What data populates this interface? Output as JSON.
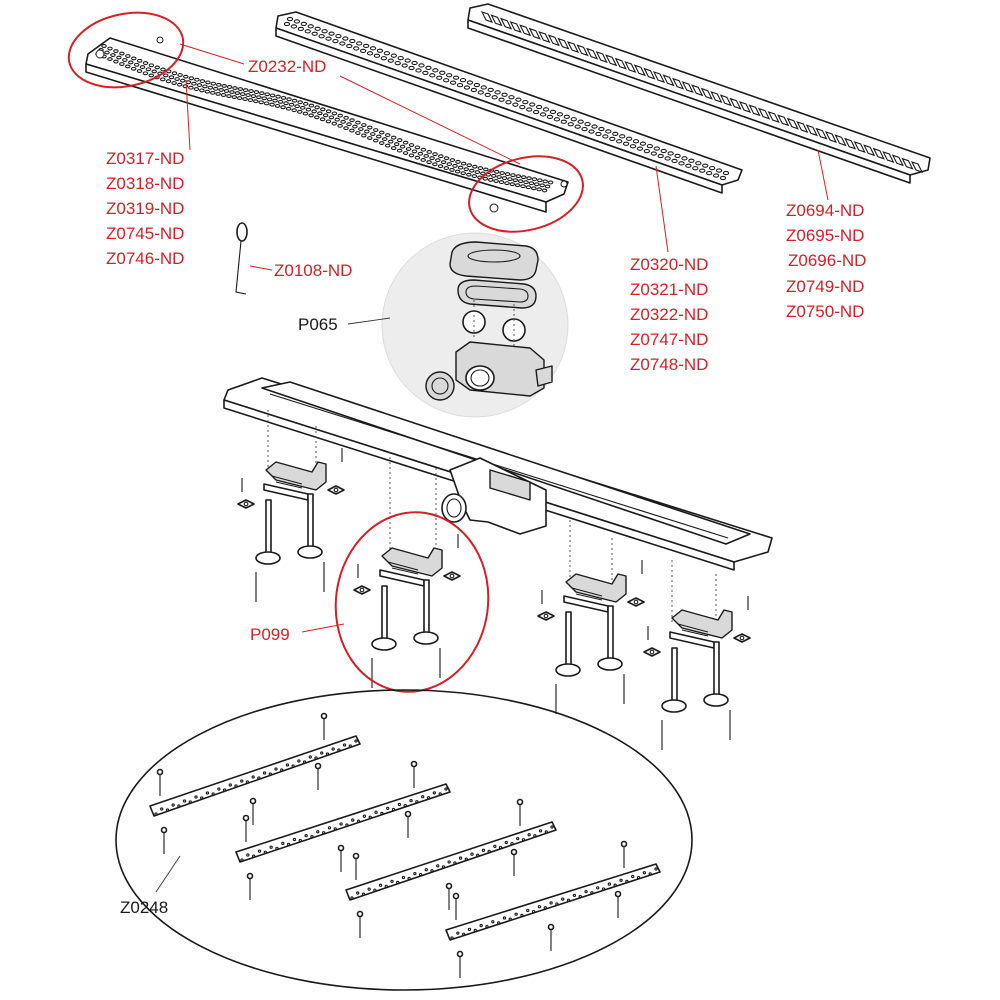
{
  "labels": {
    "z0232": "Z0232-ND",
    "z0108": "Z0108-ND",
    "p065": "P065",
    "p099": "P099",
    "z0248": "Z0248",
    "grate_left_codes": [
      "Z0317-ND",
      "Z0318-ND",
      "Z0319-ND",
      "Z0745-ND",
      "Z0746-ND"
    ],
    "grate_mid_codes": [
      "Z0320-ND",
      "Z0321-ND",
      "Z0322-ND",
      "Z0747-ND",
      "Z0748-ND"
    ],
    "grate_right_codes": [
      "Z0694-ND",
      "Z0695-ND",
      "Z0696-ND",
      "Z0749-ND",
      "Z0750-ND"
    ]
  },
  "colors": {
    "label_red": "#d32027",
    "label_black": "#1a1a1a",
    "siphon_highlight": "#ededed"
  }
}
